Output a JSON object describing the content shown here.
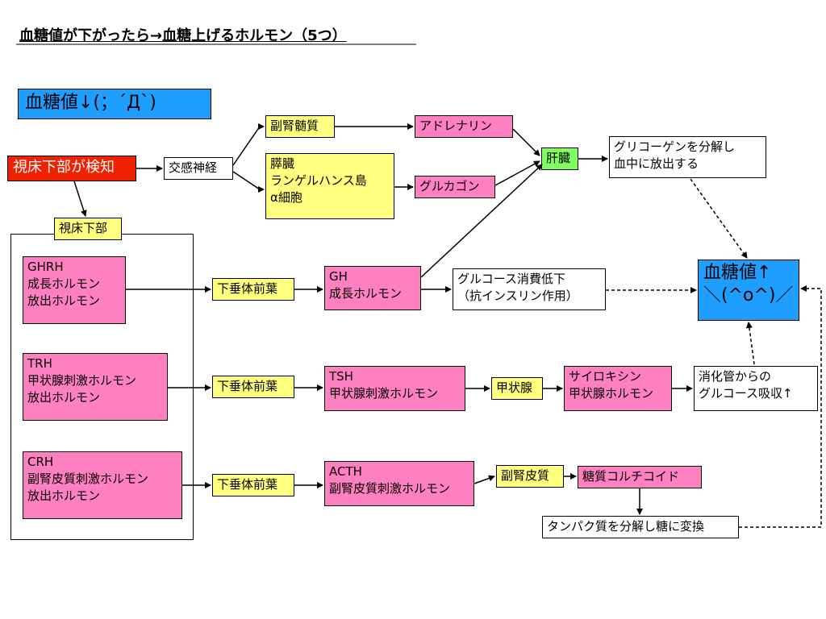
{
  "title": "血糖値が下がったら→血糖上げるホルモン（5つ）",
  "nodes": {
    "blood_sugar_low": "血糖値↓(；´Д`)",
    "hypothalamus_detect": "視床下部が検知",
    "sympathetic": "交感神経",
    "adrenal_medulla": "副腎髄質",
    "adrenaline": "アドレナリン",
    "pancreas": "膵臓\nランゲルハンス島\nα細胞",
    "glucagon": "グルカゴン",
    "liver": "肝臓",
    "glycogen": "グリコーゲンを分解し\n血中に放出する",
    "hypothalamus_label": "視床下部",
    "ghrh": "GHRH\n成長ホルモン\n放出ホルモン",
    "ant_pituitary_1": "下垂体前葉",
    "gh": "GH\n成長ホルモン",
    "glucose_use_down": "グルコース消費低下\n（抗インスリン作用）",
    "blood_sugar_up": "血糖値↑\n＼(^o^)／",
    "trh": "TRH\n甲状腺刺激ホルモン\n放出ホルモン",
    "ant_pituitary_2": "下垂体前葉",
    "tsh": "TSH\n甲状腺刺激ホルモン",
    "thyroid": "甲状腺",
    "thyroxine": "サイロキシン\n甲状腺ホルモン",
    "gut_absorb": "消化管からの\nグルコース吸収↑",
    "crh": "CRH\n副腎皮質刺激ホルモン\n放出ホルモン",
    "ant_pituitary_3": "下垂体前葉",
    "acth": "ACTH\n副腎皮質刺激ホルモン",
    "adrenal_cortex": "副腎皮質",
    "glucocorticoid": "糖質コルチコイド",
    "protein": "タンパク質を分解し糖に変換"
  }
}
